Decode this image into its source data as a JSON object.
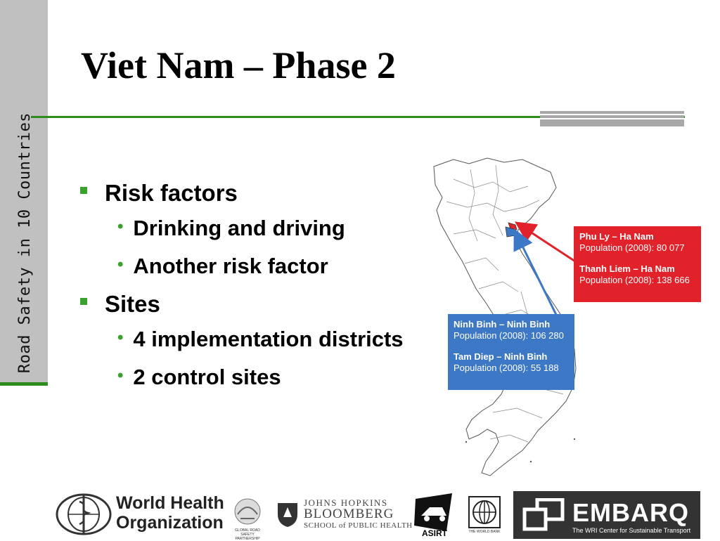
{
  "sidebar": {
    "label": "Road Safety in 10 Countries"
  },
  "slide": {
    "title": "Viet Nam – Phase 2",
    "bullets": [
      {
        "text": "Risk factors",
        "subs": [
          "Drinking and driving",
          "Another risk factor"
        ]
      },
      {
        "text": "Sites",
        "subs": [
          "4 implementation districts",
          "2 control sites"
        ]
      }
    ]
  },
  "callouts": {
    "red": {
      "color": "#e2222b",
      "site1_name": "Phu Ly – Ha Nam",
      "site1_pop": "Population (2008): 80 077",
      "site2_name": "Thanh Liem – Ha Nam",
      "site2_pop": "Population (2008): 138 666"
    },
    "blue": {
      "color": "#3d78c6",
      "site1_name": "Ninh Binh – Ninh Binh",
      "site1_pop": "Population (2008): 106 280",
      "site2_name": "Tam Diep – Ninh Binh",
      "site2_pop": "Population (2008): 55 188"
    }
  },
  "logos": {
    "who_line1": "World Health",
    "who_line2": "Organization",
    "grsp": "GLOBAL ROAD SAFETY PARTNERSHIP",
    "jhu_line1": "JOHNS HOPKINS",
    "jhu_line2": "BLOOMBERG",
    "jhu_line3": "SCHOOL of PUBLIC HEALTH",
    "asirt": "ASIRT",
    "worldbank": "THE WORLD BANK",
    "embarq_name": "EMBARQ",
    "embarq_tagline": "The WRI Center for Sustainable Transport"
  },
  "colors": {
    "accent_green": "#2e8b1e",
    "bullet_green": "#3aa02e",
    "sidebar_gray": "#c0c0c0"
  }
}
